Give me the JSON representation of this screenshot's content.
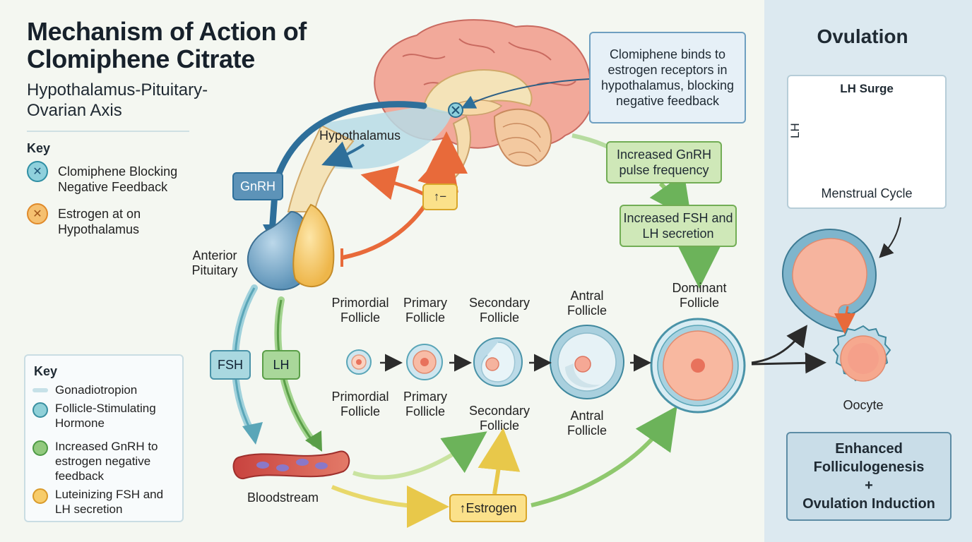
{
  "title_line1": "Mechanism of Action of",
  "title_line2": "Clomiphene Citrate",
  "subtitle_line1": "Hypothalamus-Pituitary-",
  "subtitle_line2": "Ovarian Axis",
  "key1": {
    "title": "Key",
    "items": [
      {
        "line1": "Clomiphene Blocking",
        "line2": "Negative Feedback",
        "color": "#2f8fa4",
        "fill": "#8fd0dc"
      },
      {
        "line1": "Estrogen at on",
        "line2": "Hypothalamus",
        "color": "#e08a2a",
        "fill": "#f5c070"
      }
    ]
  },
  "key2": {
    "title": "Key",
    "items": [
      {
        "line1": "Gonadiotropion",
        "line2": ""
      },
      {
        "line1": "Follicle-Stimulating",
        "line2": "Hormone",
        "color": "#3a8fa0",
        "fill": "#8fd0d8"
      },
      {
        "line1": "Increased GnRH to",
        "line2": "estrogen negative",
        "line3": "feedback",
        "color": "#4e9a45",
        "fill": "#92c97e"
      },
      {
        "line1": "Luteinizing FSH and",
        "line2": "LH secretion",
        "color": "#d99a2a",
        "fill": "#f7cc6a"
      }
    ]
  },
  "labels": {
    "hypothalamus": "Hypothalamus",
    "gnrh": "GnRH",
    "anterior_pituitary_1": "Anterior",
    "anterior_pituitary_2": "Pituitary",
    "feedback_badge": "↑−",
    "fsh": "FSH",
    "lh": "LH",
    "bloodstream": "Bloodstream",
    "estrogen": "↑Estrogen"
  },
  "callout": "Clomiphene binds to estrogen receptors in hypothalamus, blocking negative feedback",
  "green_boxes": {
    "gnrh_pulse": "Increased GnRH pulse frequency",
    "fsh_lh": "Increased FSH and LH secretion"
  },
  "follicles_top": [
    {
      "line1": "Primordial",
      "line2": "Follicle"
    },
    {
      "line1": "Primary",
      "line2": "Follicle"
    },
    {
      "line1": "Secondary",
      "line2": "Follicle"
    },
    {
      "line1": "Antral",
      "line2": "Follicle"
    },
    {
      "line1": "Dominant",
      "line2": "Follicle"
    }
  ],
  "follicles_bottom": [
    {
      "line1": "Primordial",
      "line2": "Follicle"
    },
    {
      "line1": "Primary",
      "line2": "Follicle"
    },
    {
      "line1": "Secondary",
      "line2": "Follicle"
    },
    {
      "line1": "Antral",
      "line2": "Follicle"
    }
  ],
  "ovulation": {
    "title": "Ovulation",
    "lh_title": "LH Surge",
    "lh_ylabel": "LH",
    "lh_xlabel": "Menstrual Cycle",
    "oocyte": "Oocyte",
    "enhanced_line1": "Enhanced",
    "enhanced_line2": "Folliculogenesis",
    "enhanced_line3": "+",
    "enhanced_line4": "Ovulation Induction"
  }
}
